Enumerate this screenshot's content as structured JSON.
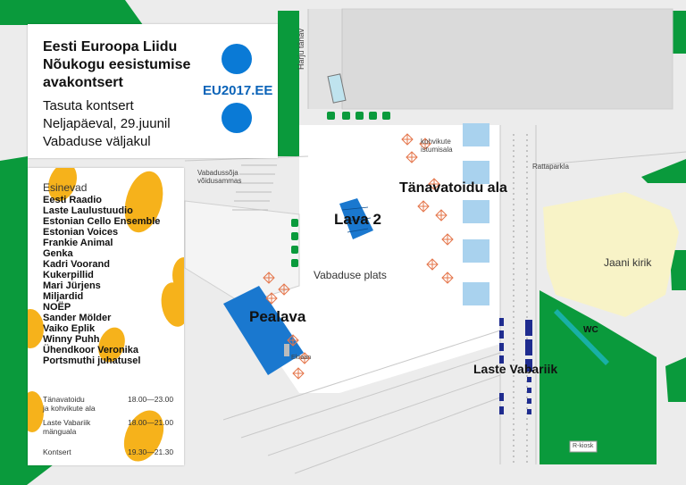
{
  "title_card": {
    "title": "Eesti Euroopa Liidu\nNõukogu eesistumise\navakontsert",
    "line1": "Tasuta kontsert",
    "line2": "Neljapäeval, 29.juunil",
    "line3": "Vabaduse väljakul",
    "logo_text": "EU2017.EE"
  },
  "lineup": {
    "heading": "Esinevad",
    "performers": [
      "Eesti Raadio",
      "Laste Laulustuudio",
      "Estonian Cello Ensemble",
      "Estonian Voices",
      "Frankie Animal",
      "Genka",
      "Kadri Voorand",
      "Kukerpillid",
      "Mari Jürjens",
      "Miljardid",
      "NOËP",
      "Sander Mölder",
      "Vaiko Eplik",
      "Winny Puhh",
      "Ühendkoor Veronika",
      "Portsmuthi juhatusel"
    ],
    "schedule": [
      {
        "label": "Tänavatoidu\nja kohvikute ala",
        "time": "18.00—23.00"
      },
      {
        "label": "Laste Vabariik\nmänguala",
        "time": "18.00—21.00"
      },
      {
        "label": "Kontsert",
        "time": "19.30—21.30"
      }
    ]
  },
  "map_labels": {
    "lava2": "Lava 2",
    "pealava": "Pealava",
    "tanavatoit": "Tänavatoidu ala",
    "laste_vabariik": "Laste Vabariik",
    "vabaduse_plats": "Vabaduse plats",
    "jaani_kirik": "Jaani kirik",
    "wc": "WC",
    "harju_tanav": "Harju tänav",
    "rattaparkla": "Rattaparkla",
    "kohvikute": "kohvikute\nistumisala",
    "vabadussoja": "Vabadussõja\nvõidusammas",
    "ekraan": "Ekraan",
    "r_kiosk": "R-kiosk"
  },
  "colors": {
    "green": "#0a9a3c",
    "stage_blue": "#1a78cf",
    "light_blue": "#a9d2ee",
    "navy": "#1f2c8f",
    "yellow_area": "#f8f3c7",
    "teal": "#19b0a6",
    "orange": "#e4754a",
    "blob_yellow": "#f6b21b",
    "eu_blue": "#0a7ad6"
  },
  "icons": [
    "cafe-table-icon",
    "bench-icon",
    "tree-icon",
    "wc-icon"
  ]
}
